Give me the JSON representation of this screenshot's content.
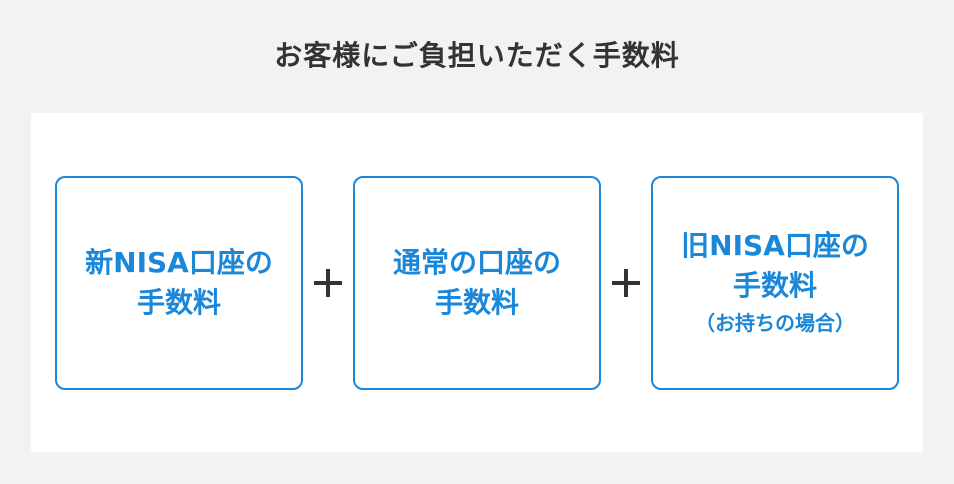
{
  "title": "お客様にご負担いただく手数料",
  "boxes": [
    {
      "line1": "新NISA口座の",
      "line2": "手数料"
    },
    {
      "line1": "通常の口座の",
      "line2": "手数料"
    },
    {
      "line1": "旧NISA口座の",
      "line2": "手数料",
      "note": "（お持ちの場合）"
    }
  ],
  "operators": [
    "+",
    "+"
  ],
  "colors": {
    "accent": "#1a87d9",
    "text": "#333333",
    "background": "#f2f2f2",
    "panel": "#ffffff"
  }
}
